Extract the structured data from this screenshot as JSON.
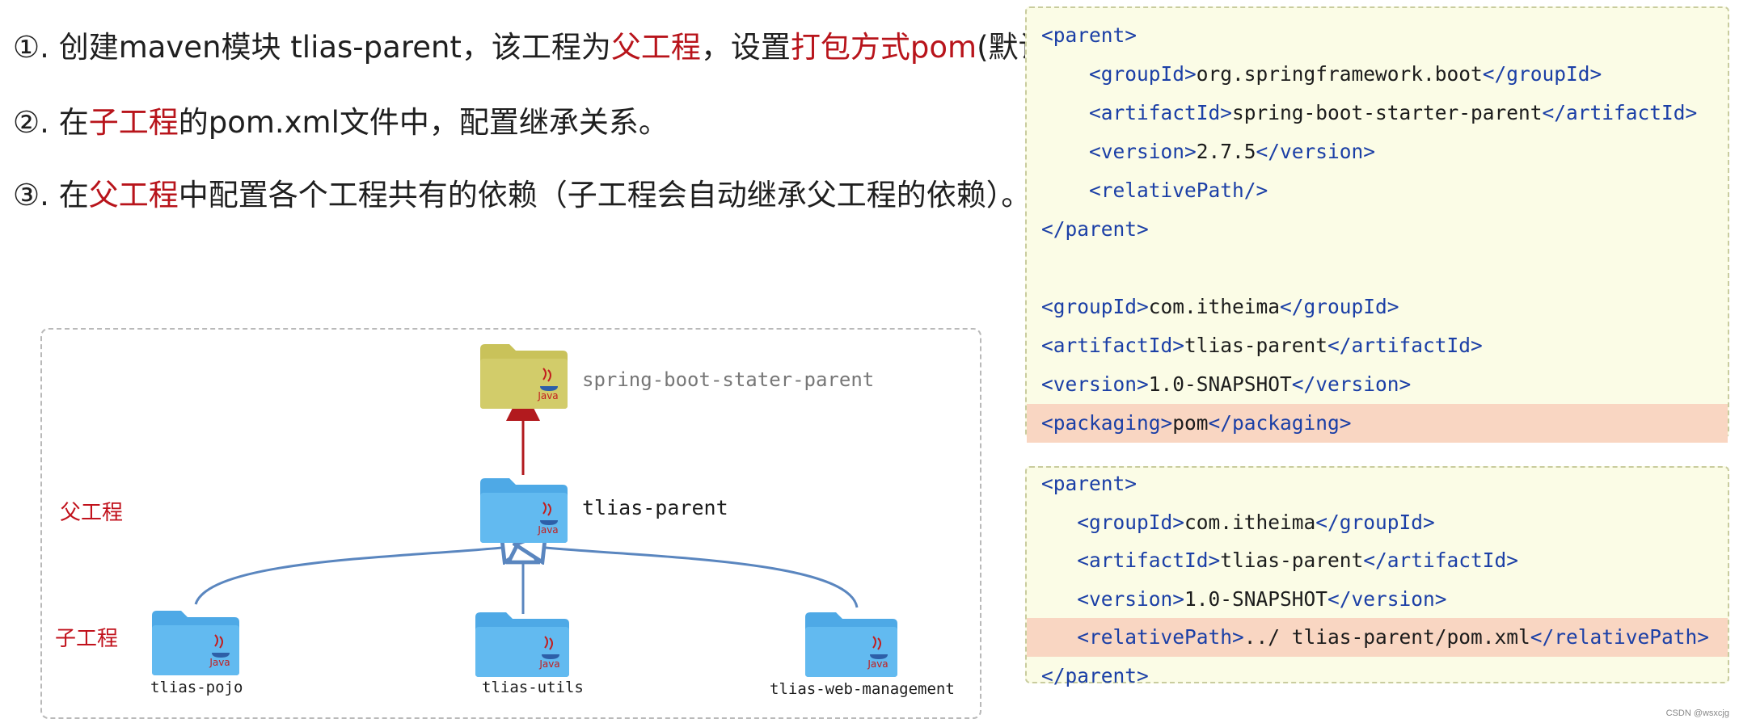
{
  "steps": [
    {
      "num": "①.",
      "parts": [
        {
          "text": " 创建maven模块 tlias-parent，该工程为",
          "hl": false
        },
        {
          "text": "父工程",
          "hl": true
        },
        {
          "text": "，设置",
          "hl": false
        },
        {
          "text": "打包方式pom",
          "hl": true
        },
        {
          "text": "(默认jar)。",
          "hl": false
        }
      ]
    },
    {
      "num": "②.",
      "parts": [
        {
          "text": " 在",
          "hl": false
        },
        {
          "text": "子工程",
          "hl": true
        },
        {
          "text": "的pom.xml文件中，配置继承关系。",
          "hl": false
        }
      ]
    },
    {
      "num": "③.",
      "parts": [
        {
          "text": " 在",
          "hl": false
        },
        {
          "text": "父工程",
          "hl": true
        },
        {
          "text": "中配置各个工程共有的依赖（子工程会自动继承父工程的依赖）。",
          "hl": false
        }
      ]
    }
  ],
  "diagram": {
    "root_label": "spring-boot-stater-parent",
    "parent_label": "tlias-parent",
    "children": [
      "tlias-pojo",
      "tlias-utils",
      "tlias-web-management"
    ],
    "parent_group_label": "父工程",
    "child_group_label": "子工程",
    "folder_badge": "Java",
    "colors": {
      "root_folder": "#c9c25a",
      "child_folder": "#5fb8ee",
      "arrow_up": "#b21a1e",
      "arrow_inherit": "#5a86bf"
    }
  },
  "code_top": [
    [
      {
        "t": "tag",
        "v": "<"
      },
      {
        "t": "tag",
        "v": "parent"
      },
      {
        "t": "tag",
        "v": ">"
      }
    ],
    [
      {
        "t": "txt",
        "v": "    "
      },
      {
        "t": "tag",
        "v": "<groupId>"
      },
      {
        "t": "txt",
        "v": "org.springframework.boot"
      },
      {
        "t": "tag",
        "v": "</groupId>"
      }
    ],
    [
      {
        "t": "txt",
        "v": "    "
      },
      {
        "t": "tag",
        "v": "<artifactId>"
      },
      {
        "t": "txt",
        "v": "spring-boot-starter-parent"
      },
      {
        "t": "tag",
        "v": "</artifactId>"
      }
    ],
    [
      {
        "t": "txt",
        "v": "    "
      },
      {
        "t": "tag",
        "v": "<version>"
      },
      {
        "t": "txt",
        "v": "2.7.5"
      },
      {
        "t": "tag",
        "v": "</version>"
      }
    ],
    [
      {
        "t": "txt",
        "v": "    "
      },
      {
        "t": "tag",
        "v": "<relativePath/>"
      }
    ],
    [
      {
        "t": "tag",
        "v": "</parent>"
      }
    ],
    [],
    [
      {
        "t": "tag",
        "v": "<groupId>"
      },
      {
        "t": "txt",
        "v": "com.itheima"
      },
      {
        "t": "tag",
        "v": "</groupId>"
      }
    ],
    [
      {
        "t": "tag",
        "v": "<artifactId>"
      },
      {
        "t": "txt",
        "v": "tlias-parent"
      },
      {
        "t": "tag",
        "v": "</artifactId>"
      }
    ],
    [
      {
        "t": "tag",
        "v": "<version>"
      },
      {
        "t": "txt",
        "v": "1.0-SNAPSHOT"
      },
      {
        "t": "tag",
        "v": "</version>"
      }
    ],
    [
      {
        "t": "tag",
        "v": "<packaging>"
      },
      {
        "t": "txt",
        "v": "pom"
      },
      {
        "t": "tag",
        "v": "</packaging>"
      }
    ]
  ],
  "code_top_highlight": 10,
  "code_bottom": [
    [
      {
        "t": "tag",
        "v": "<parent>"
      }
    ],
    [
      {
        "t": "txt",
        "v": "   "
      },
      {
        "t": "tag",
        "v": "<groupId>"
      },
      {
        "t": "txt",
        "v": "com.itheima"
      },
      {
        "t": "tag",
        "v": "</groupId>"
      }
    ],
    [
      {
        "t": "txt",
        "v": "   "
      },
      {
        "t": "tag",
        "v": "<artifactId>"
      },
      {
        "t": "txt",
        "v": "tlias-parent"
      },
      {
        "t": "tag",
        "v": "</artifactId>"
      }
    ],
    [
      {
        "t": "txt",
        "v": "   "
      },
      {
        "t": "tag",
        "v": "<version>"
      },
      {
        "t": "txt",
        "v": "1.0-SNAPSHOT"
      },
      {
        "t": "tag",
        "v": "</version>"
      }
    ],
    [
      {
        "t": "txt",
        "v": "   "
      },
      {
        "t": "tag",
        "v": "<relativePath>"
      },
      {
        "t": "txt",
        "v": "../ tlias-parent/pom.xml"
      },
      {
        "t": "tag",
        "v": "</relativePath>"
      }
    ],
    [
      {
        "t": "tag",
        "v": "</parent>"
      }
    ]
  ],
  "code_bottom_highlight": 4,
  "watermark": "CSDN @wsxcjg"
}
